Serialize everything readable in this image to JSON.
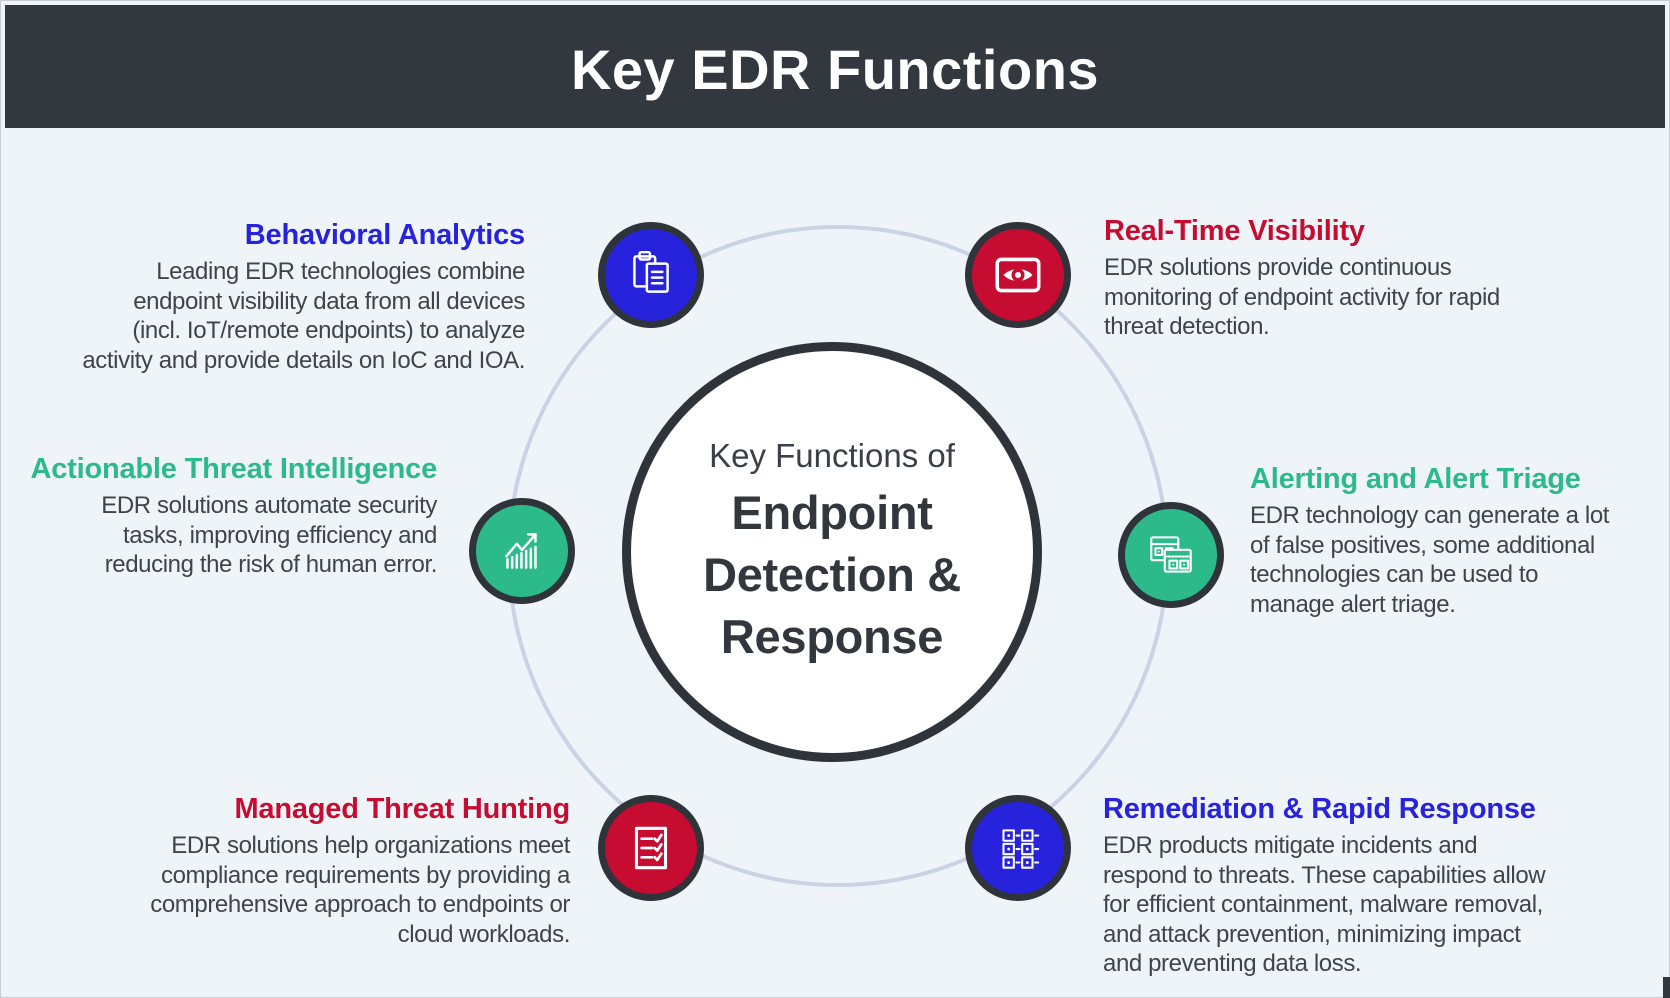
{
  "header": {
    "title": "Key EDR Functions"
  },
  "center": {
    "kicker": "Key Functions of",
    "title": "Endpoint\nDetection &\nResponse"
  },
  "colors": {
    "blue": "#2722DC",
    "red": "#C60C31",
    "green": "#2CBA8B",
    "dark": "#2F343B",
    "ring": "#C9D3E3",
    "background": "#EFF4F9",
    "header": "#33373E",
    "body_text": "#3F444C",
    "center_text": "#32373E"
  },
  "items": [
    {
      "id": "behavioral-analytics",
      "title": "Behavioral Analytics",
      "color": "blue",
      "icon": "clipboard-copy-icon",
      "body": "Leading EDR technologies combine\nendpoint visibility data from all devices\n(incl. IoT/remote endpoints) to analyze\nactivity and provide details on IoC and IOA."
    },
    {
      "id": "real-time-visibility",
      "title": "Real-Time Visibility",
      "color": "red",
      "icon": "eye-monitor-icon",
      "body": "EDR solutions provide continuous\nmonitoring of endpoint activity for rapid\nthreat detection."
    },
    {
      "id": "actionable-threat-intelligence",
      "title": "Actionable Threat Intelligence",
      "color": "green",
      "icon": "growth-chart-icon",
      "body": "EDR solutions automate security\ntasks, improving efficiency and\nreducing the risk of human error."
    },
    {
      "id": "alerting-and-alert-triage",
      "title": "Alerting and Alert Triage",
      "color": "green",
      "icon": "app-windows-icon",
      "body": "EDR technology can generate a lot\nof false positives, some additional\ntechnologies can be used to\nmanage alert triage."
    },
    {
      "id": "managed-threat-hunting",
      "title": "Managed Threat Hunting",
      "color": "red",
      "icon": "checklist-icon",
      "body": "EDR solutions help organizations meet\ncompliance requirements by providing a\ncomprehensive approach to endpoints or\ncloud workloads."
    },
    {
      "id": "remediation-rapid-response",
      "title": "Remediation & Rapid Response",
      "color": "blue",
      "icon": "workflow-grid-icon",
      "body": "EDR products mitigate incidents and\nrespond to threats. These capabilities allow\nfor efficient containment, malware removal,\nand attack prevention, minimizing impact\nand preventing data loss."
    }
  ]
}
